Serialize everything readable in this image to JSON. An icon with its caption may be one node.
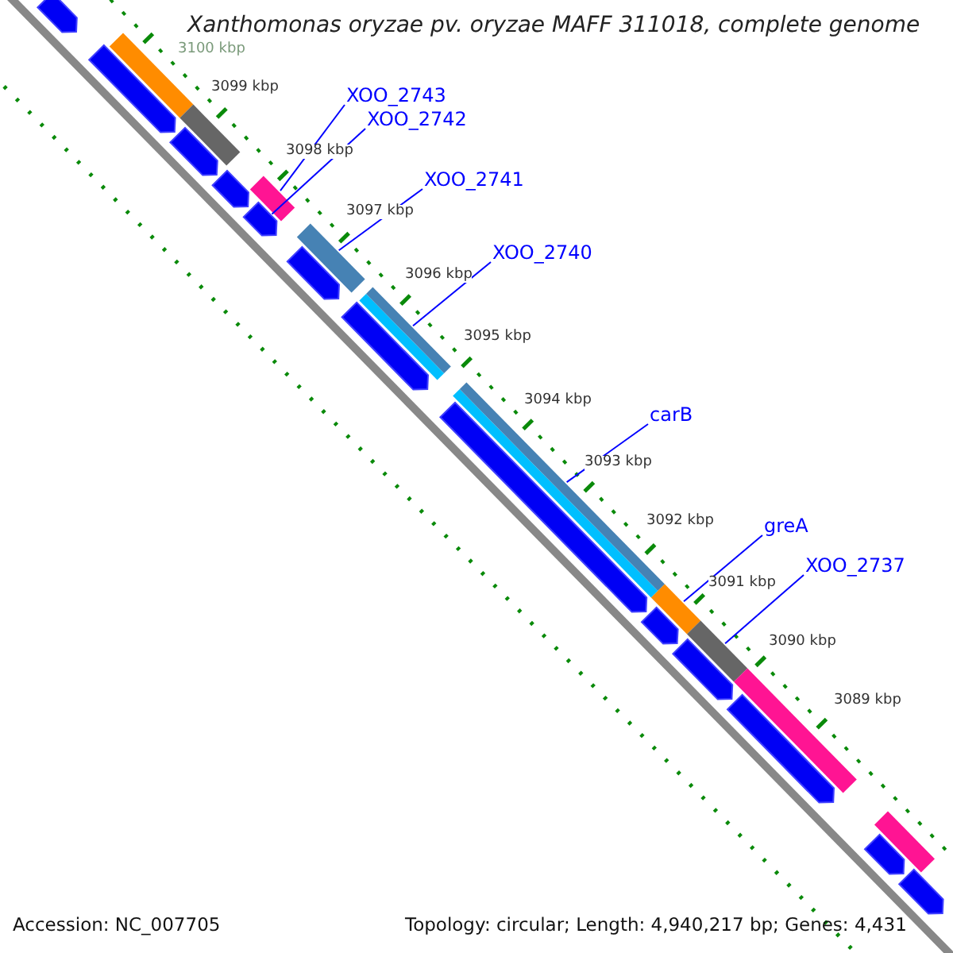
{
  "diagram": {
    "title": "Xanthomonas oryzae pv. oryzae MAFF 311018, complete genome",
    "nodes": [
      {
        "text": [
          "XOO_2743"
        ]
      },
      {
        "text": [
          "XOO_2742"
        ]
      },
      {
        "text": [
          "XOO_2741"
        ]
      },
      {
        "text": [
          "XOO_2740"
        ]
      },
      {
        "text": [
          "carB"
        ]
      },
      {
        "text": [
          "greA"
        ]
      },
      {
        "text": [
          "XOO_2737"
        ]
      },
      {
        "text": [],
        "shape": "pentagon"
      },
      {
        "text": [],
        "shape": "bar"
      },
      {
        "text": [],
        "shape": "pentagon"
      },
      {
        "text": [],
        "shape": "bar"
      },
      {
        "text": [],
        "shape": "pentagon"
      },
      {
        "text": [],
        "shape": "pentagon"
      },
      {
        "text": [],
        "shape": "bar"
      },
      {
        "text": [],
        "shape": "pentagon"
      },
      {
        "text": [],
        "shape": "bar"
      },
      {
        "text": [],
        "shape": "pentagon"
      },
      {
        "text": [],
        "shape": "bar"
      },
      {
        "text": [],
        "shape": "pentagon"
      },
      {
        "text": [],
        "shape": "bar"
      },
      {
        "text": [],
        "shape": "pentagon"
      },
      {
        "text": [],
        "shape": "bar"
      },
      {
        "text": [],
        "shape": "pentagon"
      },
      {
        "text": [],
        "shape": "bar"
      },
      {
        "text": [],
        "shape": "pentagon"
      },
      {
        "text": [],
        "shape": "bar"
      },
      {
        "text": [],
        "shape": "pentagon"
      },
      {
        "text": [],
        "shape": "bar"
      },
      {
        "text": [],
        "shape": "pentagon"
      },
      {
        "text": [],
        "shape": "pentagon"
      }
    ],
    "edges": [
      {
        "from": 0,
        "to": 13,
        "arrow": "none"
      },
      {
        "from": 1,
        "to": 14,
        "arrow": "none"
      },
      {
        "from": 2,
        "to": 15,
        "arrow": "none"
      },
      {
        "from": 3,
        "to": 17,
        "arrow": "none"
      },
      {
        "from": 4,
        "to": 19,
        "arrow": "none"
      },
      {
        "from": 5,
        "to": 21,
        "arrow": "none"
      },
      {
        "from": 6,
        "to": 23,
        "arrow": "none"
      }
    ],
    "labels": [
      "3100 kbp",
      "3099 kbp",
      "3098 kbp",
      "3097 kbp",
      "3096 kbp",
      "3095 kbp",
      "3094 kbp",
      "3093 kbp",
      "3092 kbp",
      "3091 kbp",
      "3090 kbp",
      "3089 kbp",
      "Accession: NC_007705",
      "Topology: circular; Length: 4,940,217 bp; Genes: 4,431"
    ]
  }
}
